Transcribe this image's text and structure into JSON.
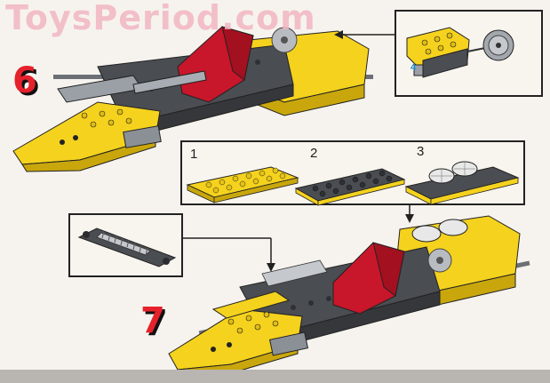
{
  "watermark": "ToysPeriod.com",
  "steps": [
    {
      "number": "6"
    },
    {
      "number": "7"
    }
  ],
  "substeps": [
    "1",
    "2",
    "3"
  ],
  "callout": {
    "part_count": "4"
  },
  "colors": {
    "brick_yellow": "#f5d21d",
    "brick_dark_gray": "#4a4d52",
    "brick_light_gray": "#9aa0a6",
    "seat_red": "#c8162a",
    "step_number_red": "#e5212b",
    "watermark_pink": "#f2b6c2",
    "background": "#f6f3ee"
  }
}
